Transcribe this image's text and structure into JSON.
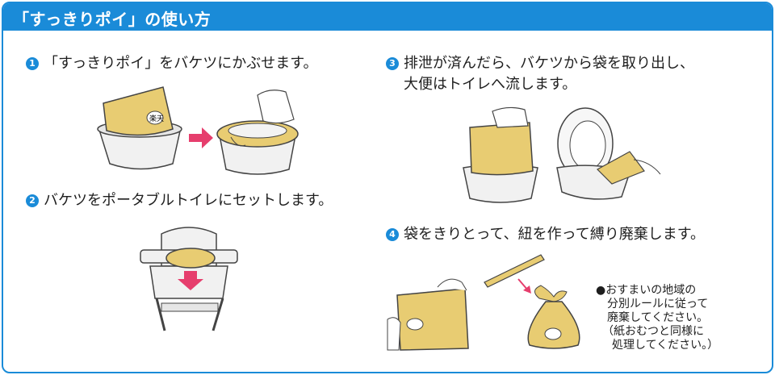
{
  "header": {
    "title": "「すっきりポイ」の使い方"
  },
  "steps": [
    {
      "num": "1",
      "text": "「すっきりポイ」をバケツにかぶせます。"
    },
    {
      "num": "2",
      "text": "バケツをポータブルトイレにセットします。"
    },
    {
      "num": "3",
      "line1": "排泄が済んだら、バケツから袋を取り出し、",
      "line2": "大便はトイレへ流します。"
    },
    {
      "num": "4",
      "text": "袋をきりとって、紐を作って縛り廃棄します。"
    }
  ],
  "bag_label": "楽天",
  "note": {
    "line1": "●おすまいの地域の",
    "line2": "分別ルールに従って",
    "line3": "廃棄してください。",
    "line4": "（紙おむつと同様に",
    "line5": "処理してください。）"
  },
  "colors": {
    "accent": "#1a8bd8",
    "bag": "#e8cc72",
    "arrow": "#e63e6d"
  }
}
